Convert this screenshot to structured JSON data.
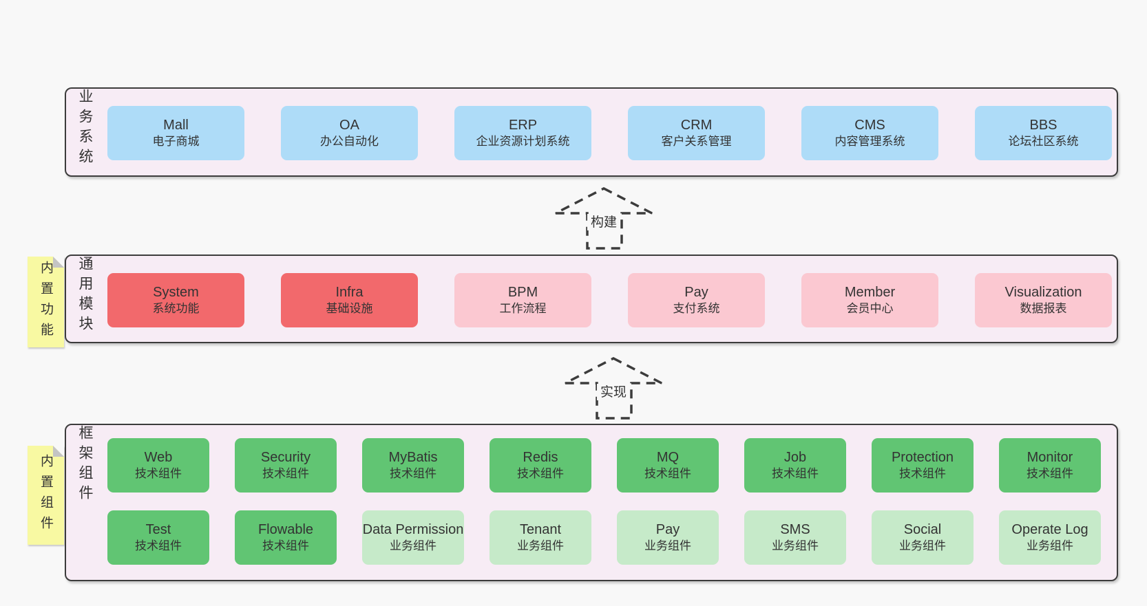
{
  "layers": [
    {
      "label": "业务系统",
      "boxes": [
        {
          "title": "Mall",
          "subtitle": "电子商城"
        },
        {
          "title": "OA",
          "subtitle": "办公自动化"
        },
        {
          "title": "ERP",
          "subtitle": "企业资源计划系统"
        },
        {
          "title": "CRM",
          "subtitle": "客户关系管理"
        },
        {
          "title": "CMS",
          "subtitle": "内容管理系统"
        },
        {
          "title": "BBS",
          "subtitle": "论坛社区系统"
        }
      ]
    },
    {
      "label": "通用模块",
      "tag": "内置功能",
      "boxes": [
        {
          "title": "System",
          "subtitle": "系统功能"
        },
        {
          "title": "Infra",
          "subtitle": "基础设施"
        },
        {
          "title": "BPM",
          "subtitle": "工作流程"
        },
        {
          "title": "Pay",
          "subtitle": "支付系统"
        },
        {
          "title": "Member",
          "subtitle": "会员中心"
        },
        {
          "title": "Visualization",
          "subtitle": "数据报表"
        }
      ]
    },
    {
      "label": "框架组件",
      "tag": "内置组件",
      "rows": [
        [
          {
            "title": "Web",
            "subtitle": "技术组件"
          },
          {
            "title": "Security",
            "subtitle": "技术组件"
          },
          {
            "title": "MyBatis",
            "subtitle": "技术组件"
          },
          {
            "title": "Redis",
            "subtitle": "技术组件"
          },
          {
            "title": "MQ",
            "subtitle": "技术组件"
          },
          {
            "title": "Job",
            "subtitle": "技术组件"
          },
          {
            "title": "Protection",
            "subtitle": "技术组件"
          },
          {
            "title": "Monitor",
            "subtitle": "技术组件"
          }
        ],
        [
          {
            "title": "Test",
            "subtitle": "技术组件"
          },
          {
            "title": "Flowable",
            "subtitle": "技术组件"
          },
          {
            "title": "Data Permission",
            "subtitle": "业务组件"
          },
          {
            "title": "Tenant",
            "subtitle": "业务组件"
          },
          {
            "title": "Pay",
            "subtitle": "业务组件"
          },
          {
            "title": "SMS",
            "subtitle": "业务组件"
          },
          {
            "title": "Social",
            "subtitle": "业务组件"
          },
          {
            "title": "Operate Log",
            "subtitle": "业务组件"
          }
        ]
      ]
    }
  ],
  "arrows": [
    {
      "label": "构建"
    },
    {
      "label": "实现"
    }
  ],
  "colors": {
    "page_bg": "#f8f8f8",
    "panel_bg": "#f7ecf5",
    "border": "#3c3c3c",
    "text": "#333333",
    "blue": "#aedcf8",
    "red": "#f2696c",
    "pink": "#fbc8d1",
    "green": "#61c573",
    "light_green": "#c6eac9",
    "tag_yellow": "#f8f9a2",
    "fold_gray": "#c4c4c4"
  }
}
